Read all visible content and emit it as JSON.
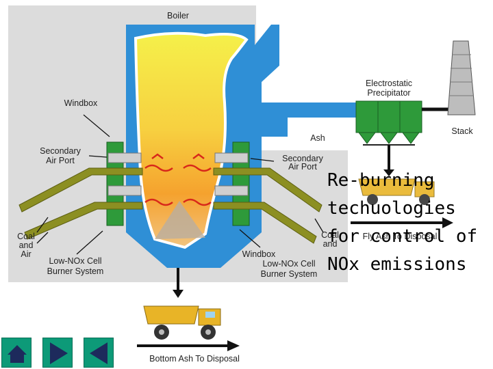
{
  "diagram": {
    "labels": {
      "boiler": "Boiler",
      "electrostatic_precipitator_line1": "Electrostatic",
      "electrostatic_precipitator_line2": "Precipitator",
      "stack": "Stack",
      "ash": "Ash",
      "windbox_left": "Windbox",
      "secondary_air_port_left_line1": "Secondary",
      "secondary_air_port_left_line2": "Air Port",
      "secondary_air_port_right_line1": "Secondary",
      "secondary_air_port_right_line2": "Air Port",
      "coal_and_air_left_line1": "Coal",
      "coal_and_air_left_line2": "and",
      "coal_and_air_left_line3": "Air",
      "coal_and_air_right_line1": "Coal",
      "coal_and_air_right_line2": "and",
      "burner_system_left_line1": "Low-NOx Cell",
      "burner_system_left_line2": "Burner System",
      "windbox_right": "Windbox",
      "burner_system_right_line1": "Low-NOx Cell",
      "burner_system_right_line2": "Burner System",
      "fly_ash_disposal": "Fly Ash To Disposal",
      "bottom_ash_disposal": "Bottom Ash To Disposal"
    }
  },
  "overlay_title": {
    "line1": "Re-burning",
    "line2": "techuologies",
    "line3": "for control of",
    "line4": "NOx emissions"
  },
  "navigation": {
    "home_icon": "home-icon",
    "next_icon": "play-right-icon",
    "previous_icon": "play-left-icon"
  },
  "colors": {
    "panel_gray": "#dcdcdc",
    "boiler_blue": "#2f8fd6",
    "flame_yellow": "#f7f24a",
    "burner_olive": "#8c8f22",
    "windbox_green": "#2e9a3a",
    "nav_teal": "#0d9a78"
  }
}
